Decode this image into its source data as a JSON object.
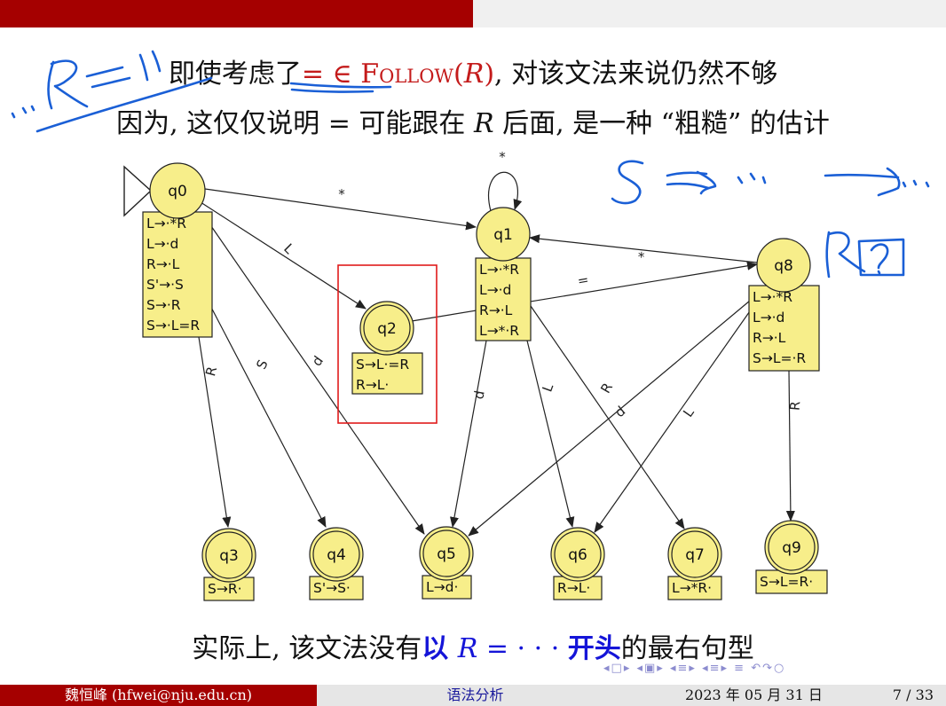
{
  "slide": {
    "line1": {
      "pre": "即使考虑了",
      "expr": "= ∈ ",
      "follow": "Follow",
      "arg_open": "(",
      "arg": "R",
      "arg_close": ")",
      "post": ", 对该文法来说仍然不够"
    },
    "line2": {
      "pre": "因为, 这仅仅说明 = 可能跟在 ",
      "var": "R",
      "post": " 后面, 是一种 “粗糙” 的估计"
    },
    "line3": {
      "pre": "实际上, 该文法没有",
      "bold1": "以 ",
      "var": "R",
      "bold_math": " = · · · ",
      "bold2": "开头",
      "post": "的最右句型"
    }
  },
  "diagram": {
    "states": [
      {
        "id": "q0",
        "label": "q0",
        "final": false,
        "initial": true,
        "items": [
          "L→·*R",
          "L→·d",
          "R→·L",
          "S'→·S",
          "S→·R",
          "S→·L=R"
        ]
      },
      {
        "id": "q1",
        "label": "q1",
        "final": false,
        "initial": false,
        "items": [
          "L→·*R",
          "L→·d",
          "R→·L",
          "L→*·R"
        ]
      },
      {
        "id": "q2",
        "label": "q2",
        "final": true,
        "initial": false,
        "items": [
          "S→L·=R",
          "R→L·"
        ]
      },
      {
        "id": "q3",
        "label": "q3",
        "final": true,
        "initial": false,
        "items": [
          "S→R·"
        ]
      },
      {
        "id": "q4",
        "label": "q4",
        "final": true,
        "initial": false,
        "items": [
          "S'→S·"
        ]
      },
      {
        "id": "q5",
        "label": "q5",
        "final": true,
        "initial": false,
        "items": [
          "L→d·"
        ]
      },
      {
        "id": "q6",
        "label": "q6",
        "final": true,
        "initial": false,
        "items": [
          "R→L·"
        ]
      },
      {
        "id": "q7",
        "label": "q7",
        "final": true,
        "initial": false,
        "items": [
          "L→*R·"
        ]
      },
      {
        "id": "q8",
        "label": "q8",
        "final": false,
        "initial": false,
        "items": [
          "L→·*R",
          "L→·d",
          "R→·L",
          "S→L=·R"
        ]
      },
      {
        "id": "q9",
        "label": "q9",
        "final": true,
        "initial": false,
        "items": [
          "S→L=R·"
        ]
      }
    ],
    "edges": [
      {
        "from": "q0",
        "to": "q1",
        "label": "*"
      },
      {
        "from": "q1",
        "to": "q1",
        "label": "*"
      },
      {
        "from": "q0",
        "to": "q2",
        "label": "L"
      },
      {
        "from": "q0",
        "to": "q3",
        "label": "R"
      },
      {
        "from": "q0",
        "to": "q4",
        "label": "S"
      },
      {
        "from": "q0",
        "to": "q5",
        "label": "d"
      },
      {
        "from": "q2",
        "to": "q8",
        "label": "="
      },
      {
        "from": "q8",
        "to": "q1",
        "label": "*"
      },
      {
        "from": "q1",
        "to": "q5",
        "label": "d"
      },
      {
        "from": "q1",
        "to": "q6",
        "label": "L"
      },
      {
        "from": "q1",
        "to": "q7",
        "label": "R"
      },
      {
        "from": "q8",
        "to": "q5",
        "label": "d"
      },
      {
        "from": "q8",
        "to": "q6",
        "label": "L"
      },
      {
        "from": "q8",
        "to": "q9",
        "label": "R"
      }
    ],
    "highlight_state": "q2"
  },
  "annotations": {
    "color": "#1a5fd6"
  },
  "footer": {
    "author": "魏恒峰 (hfwei@nju.edu.cn)",
    "title": "语法分析",
    "date": "2023 年 05 月 31 日",
    "page": "7 / 33"
  },
  "progress": {
    "fraction": 0.5
  },
  "colors": {
    "header": "#a50000",
    "state_fill": "#f7ee8a",
    "highlight": "#e01b1b",
    "footer_title": "#1a1a9c"
  },
  "nav_icons": [
    "nav-left-icon",
    "nav-right-icon",
    "nav-frame-icon",
    "nav-section-icon",
    "nav-subsection-icon",
    "nav-menu-icon",
    "nav-search-icon"
  ]
}
